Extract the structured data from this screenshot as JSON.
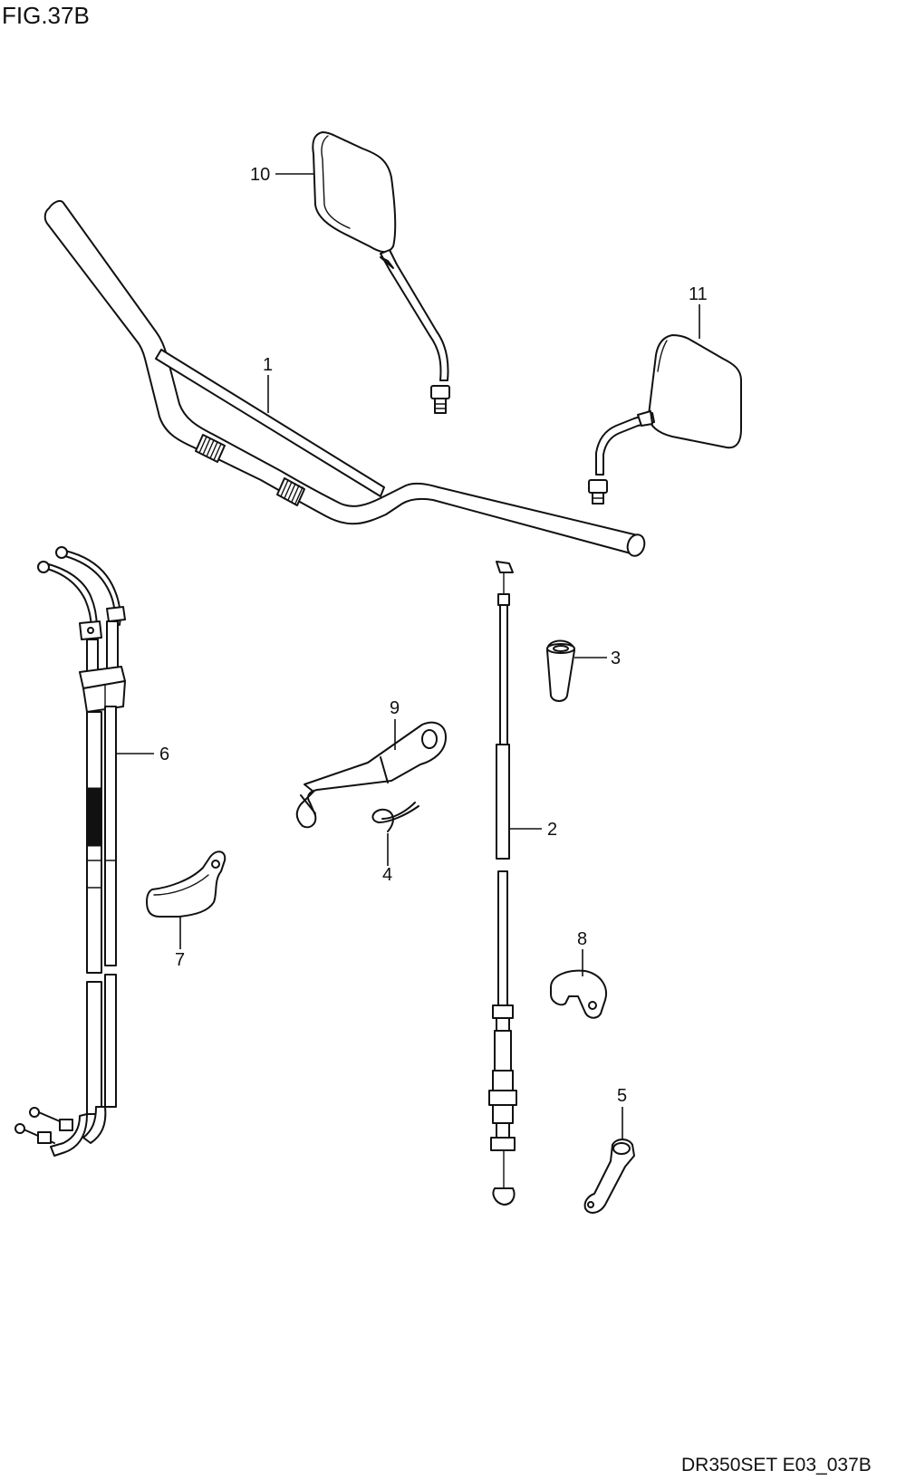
{
  "figure": {
    "title": "FIG.37B",
    "code": "DR350SET E03_037B"
  },
  "callouts": {
    "handlebar": "1",
    "clutch_cable": "2",
    "grip_cap": "3",
    "clip": "4",
    "lever_bracket": "5",
    "throttle_cable": "6",
    "cable_guide": "7",
    "clamp": "8",
    "holder": "9",
    "mirror_left": "10",
    "mirror_right": "11"
  }
}
